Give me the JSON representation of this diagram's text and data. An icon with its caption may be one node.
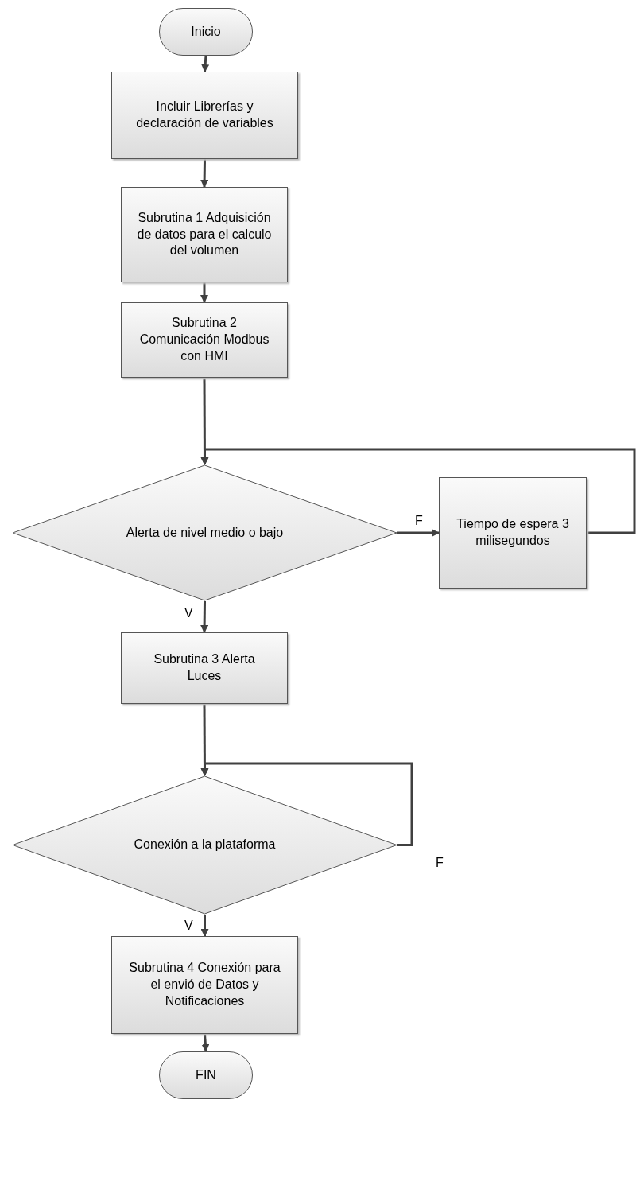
{
  "diagram": {
    "nodes": [
      {
        "text": [
          "Inicio"
        ]
      },
      {
        "text": [
          "Incluir Librerías y declaración de variables"
        ]
      },
      {
        "text": [
          "Subrutina 1 Adquisición de datos para el calculo del volumen"
        ]
      },
      {
        "text": [
          "Subrutina 2 Comunicación Modbus con HMI"
        ]
      },
      {
        "text": [
          "Alerta de nivel medio o bajo"
        ]
      },
      {
        "text": [
          "Tiempo de espera 3 milisegundos"
        ]
      },
      {
        "text": [
          "Subrutina 3 Alerta Luces"
        ]
      },
      {
        "text": [
          "Conexión a la plataforma"
        ]
      },
      {
        "text": [
          "Subrutina 4 Conexión para el envió de Datos y Notificaciones"
        ]
      },
      {
        "text": [
          "FIN"
        ]
      }
    ],
    "edges": [
      {
        "from": 0,
        "to": 1,
        "arrow": "to"
      },
      {
        "from": 1,
        "to": 2,
        "arrow": "to"
      },
      {
        "from": 2,
        "to": 3,
        "arrow": "to"
      },
      {
        "from": 3,
        "to": 4,
        "arrow": "to"
      },
      {
        "from": 4,
        "to": 5,
        "arrow": "to",
        "label": "F"
      },
      {
        "from": 5,
        "to": 4,
        "arrow": "to"
      },
      {
        "from": 4,
        "to": 6,
        "arrow": "to",
        "label": "V"
      },
      {
        "from": 6,
        "to": 7,
        "arrow": "to"
      },
      {
        "from": 7,
        "to": 7,
        "arrow": "to",
        "label": "F"
      },
      {
        "from": 7,
        "to": 8,
        "arrow": "to",
        "label": "V"
      },
      {
        "from": 8,
        "to": 9,
        "arrow": "to"
      }
    ]
  }
}
